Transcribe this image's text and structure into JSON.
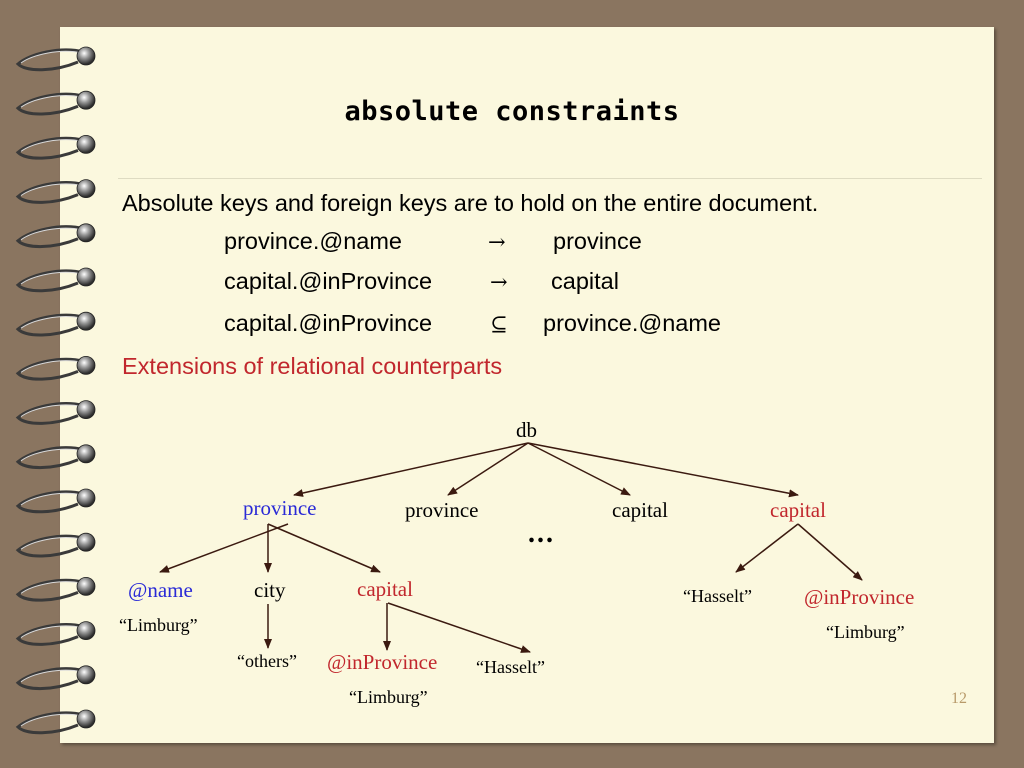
{
  "slide": {
    "title": "absolute constraints",
    "intro": "Absolute keys and foreign keys are to hold on the entire document.",
    "constraints": [
      {
        "lhs": "province.@name",
        "op": "→",
        "rhs": "province"
      },
      {
        "lhs": "capital.@inProvince",
        "op": "→",
        "rhs": "capital"
      },
      {
        "lhs": "capital.@inProvince",
        "op": "⊆",
        "rhs": "province.@name"
      }
    ],
    "note": "Extensions of relational counterparts",
    "page_number": "12"
  },
  "tree": {
    "root": "db",
    "children": [
      "province",
      "province",
      "capital",
      "capital"
    ],
    "ellipsis": "...",
    "p1_children": [
      "@name",
      "city",
      "capital"
    ],
    "p1_name_value": "“Limburg”",
    "p1_city_value": "“others”",
    "p1_capital_attr": "@inProvince",
    "p1_capital_attr_value": "“Limburg”",
    "p1_capital_value": "“Hasselt”",
    "c2_value": "“Hasselt”",
    "c2_attr": "@inProvince",
    "c2_attr_value": "“Limburg”"
  },
  "colors": {
    "blue": "#2a2ad6",
    "red": "#c1272d",
    "paper": "#fbf8de",
    "background": "#8a7560"
  }
}
